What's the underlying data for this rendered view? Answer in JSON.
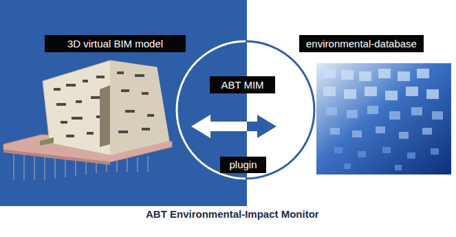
{
  "diagram": {
    "title": "ABT Environmental-Impact Monitor",
    "nodes": [
      {
        "text": [
          "3D virtual BIM model"
        ]
      },
      {
        "text": [
          "ABT MIM"
        ]
      },
      {
        "text": [
          "plugin"
        ]
      },
      {
        "text": [
          "environmental-database"
        ]
      }
    ]
  }
}
